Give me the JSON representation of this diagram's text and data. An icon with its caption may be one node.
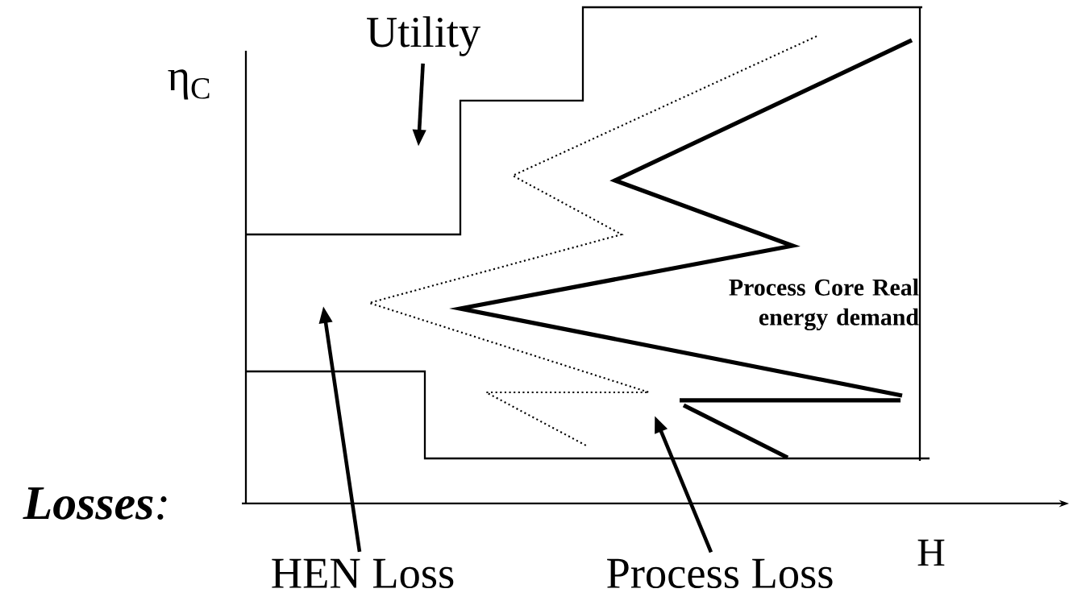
{
  "diagram": {
    "nodes": [
      {
        "text": [
          "Utility"
        ]
      },
      {
        "text": [
          "HEN Loss"
        ]
      },
      {
        "text": [
          "Process Loss"
        ]
      }
    ],
    "edges": [
      {
        "from": 0,
        "to": null,
        "arrow": "to"
      },
      {
        "from": 1,
        "to": null,
        "arrow": "to"
      },
      {
        "from": 2,
        "to": null,
        "arrow": "to"
      }
    ],
    "labels": [
      "η$_{C}$",
      "Process Core Real energy demand",
      "**Losses**:",
      "H"
    ]
  }
}
